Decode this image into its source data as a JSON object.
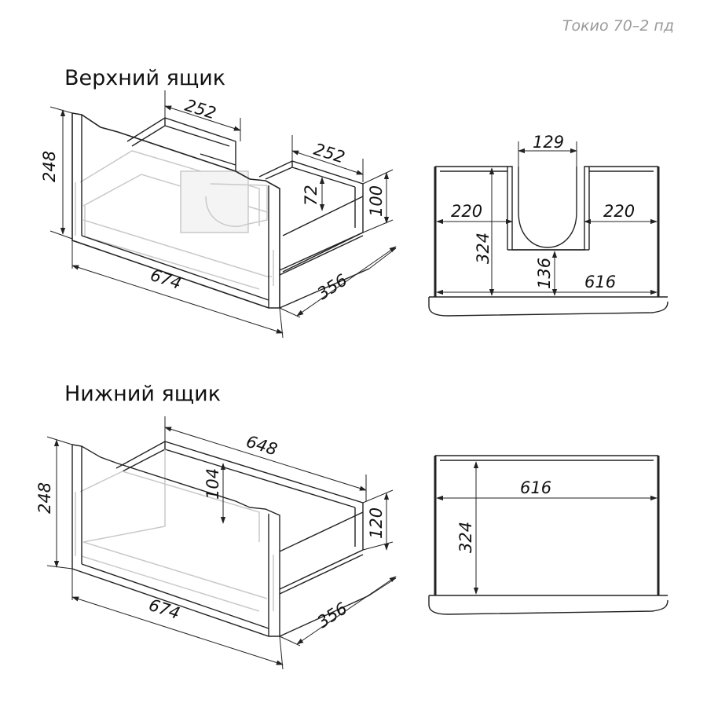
{
  "code_label": "Токио 70–2 пд",
  "upper": {
    "title": "Верхний ящик",
    "dims": {
      "height": "248",
      "inner_width_back": "252",
      "inner_width_side": "252",
      "inner_depth": "72",
      "side_height": "100",
      "width": "674",
      "depth": "356"
    },
    "plan": {
      "cutout_width": "129",
      "left_width": "220",
      "right_width": "220",
      "depth": "324",
      "cutout_depth": "136",
      "inner_width": "616"
    }
  },
  "lower": {
    "title": "Нижний ящик",
    "dims": {
      "height": "248",
      "back_width": "648",
      "inner_height": "104",
      "side_height": "120",
      "width": "674",
      "depth": "356"
    },
    "plan": {
      "inner_width": "616",
      "depth": "324"
    }
  },
  "colors": {
    "line": "#222222",
    "ghost": "#c9c9c9",
    "code": "#9a9a9a"
  }
}
